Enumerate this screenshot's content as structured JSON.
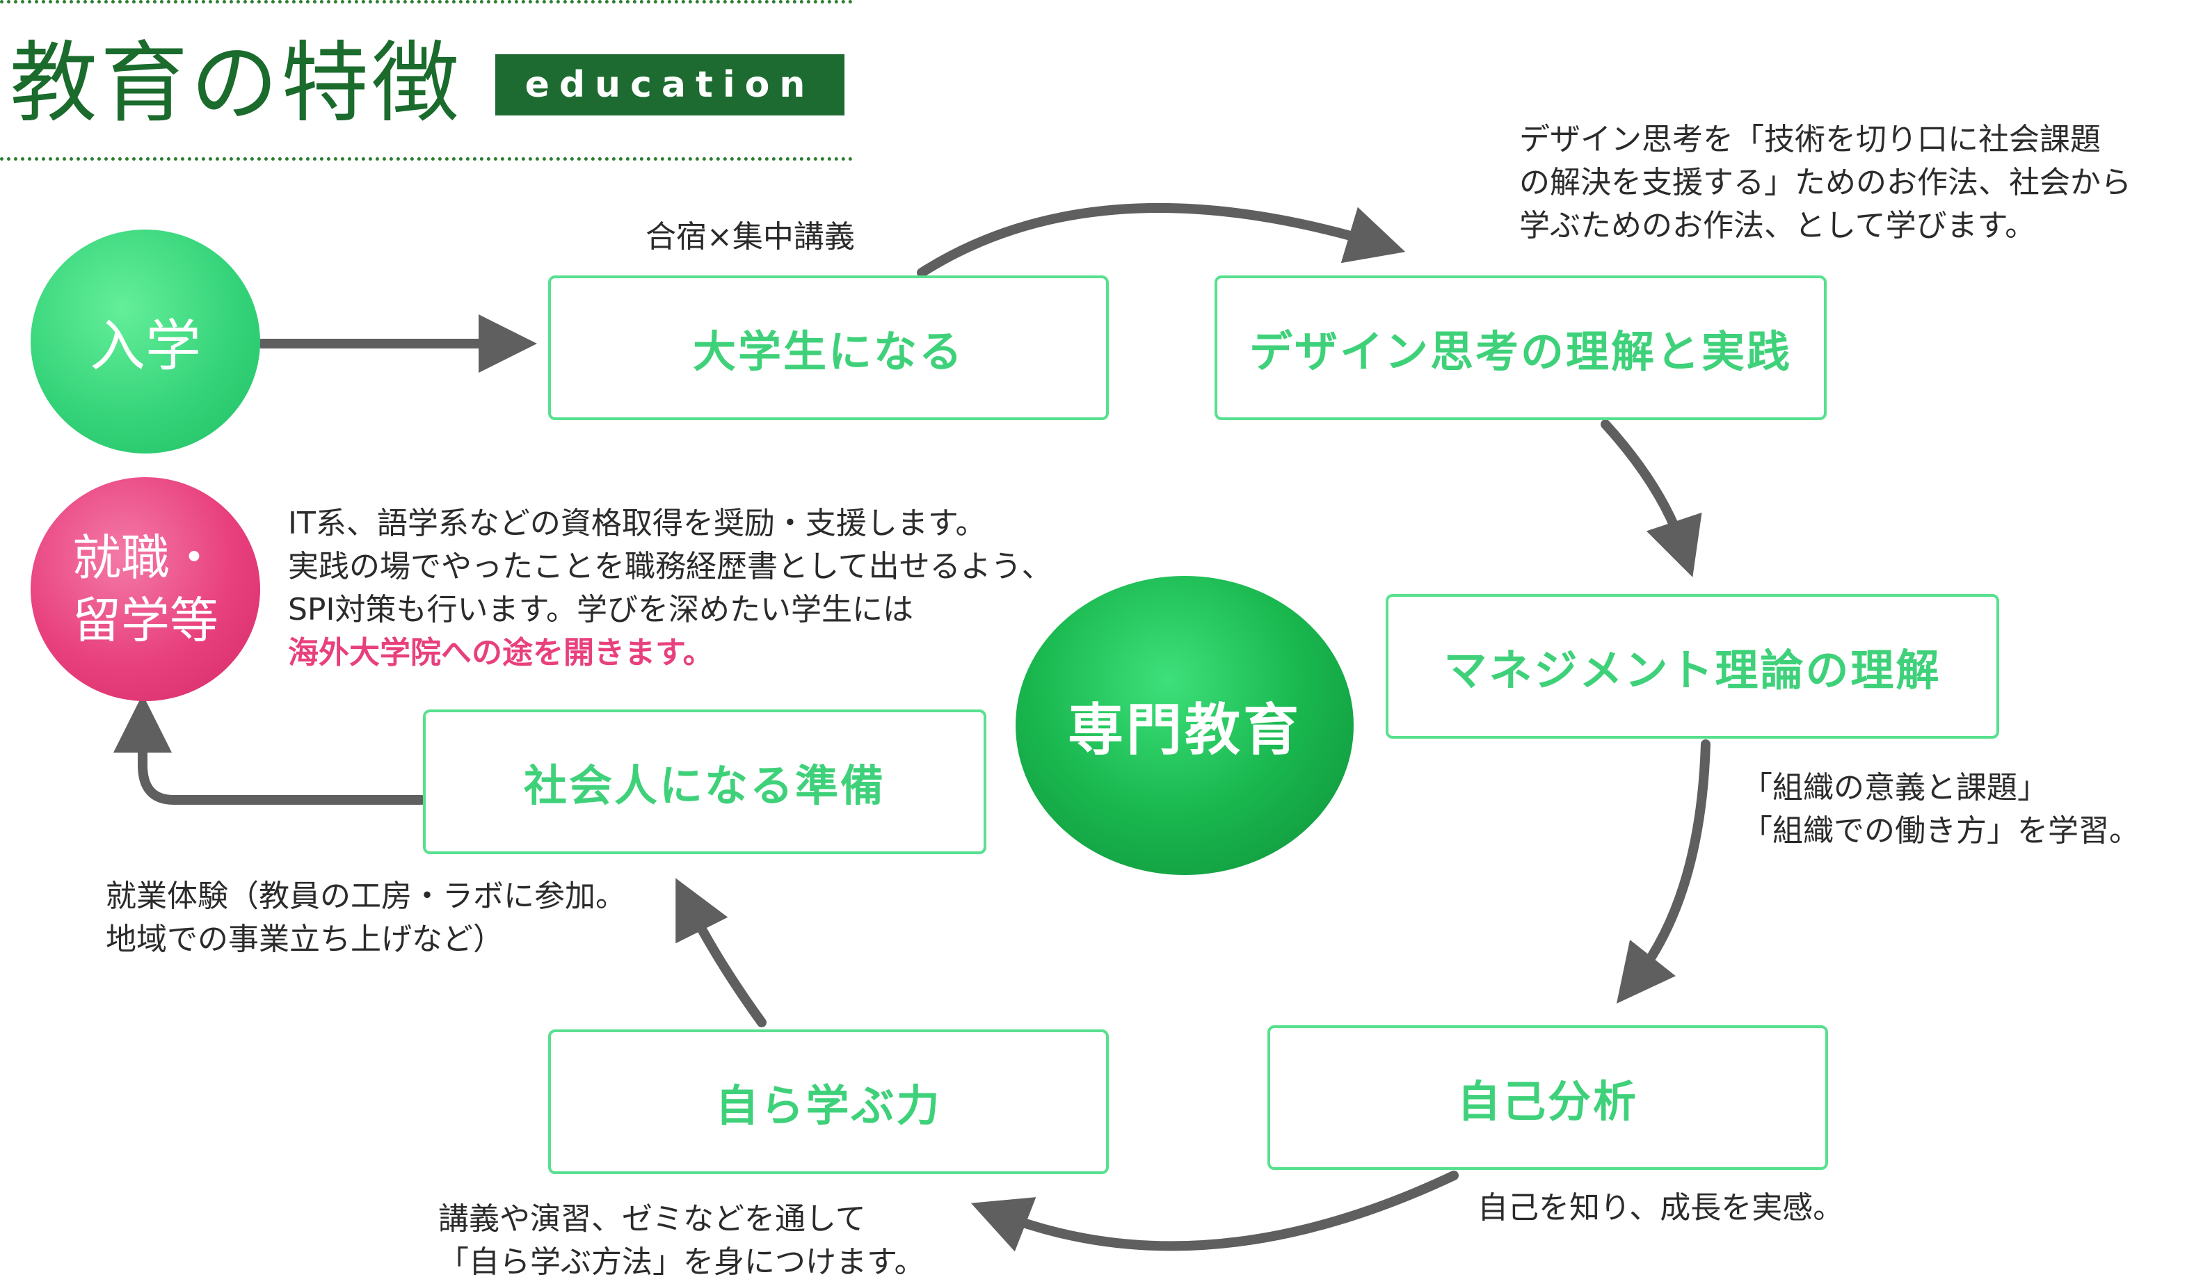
{
  "header": {
    "title": "教育の特徴",
    "tag": "education"
  },
  "circles": {
    "enter": "入学",
    "career_line1": "就職・",
    "career_line2": "留学等",
    "core": "専門教育"
  },
  "steps": {
    "become_student": "大学生になる",
    "design_thinking": "デザイン思考の理解と実践",
    "management": "マネジメント理論の理解",
    "self_analysis": "自己分析",
    "self_learning": "自ら学ぶ力",
    "prepare_society": "社会人になる準備"
  },
  "notes": {
    "camp": "合宿×集中講義",
    "design_1": "デザイン思考を「技術を切り口に社会課題",
    "design_2": "の解決を支援する」ためのお作法、社会から",
    "design_3": "学ぶためのお作法、として学びます。",
    "org_1": "「組織の意義と課題」",
    "org_2": "「組織での働き方」を学習。",
    "growth": "自己を知り、成長を実感。",
    "lecture_1": "講義や演習、ゼミなどを通して",
    "lecture_2": "「自ら学ぶ方法」を身につけます。",
    "work_1": "就業体験（教員の工房・ラボに参加。",
    "work_2": "地域での事業立ち上げなど）",
    "career_1": "IT系、語学系などの資格取得を奨励・支援します。",
    "career_2": "実践の場でやったことを職務経歴書として出せるよう、",
    "career_3": "SPI対策も行います。学びを深めたい学生には",
    "career_4": "海外大学院への途を開きます。"
  },
  "colors": {
    "green_box": "#58e08e",
    "green_dark": "#1d6b30",
    "pink": "#e8407d",
    "arrow": "#5f5f5f"
  }
}
